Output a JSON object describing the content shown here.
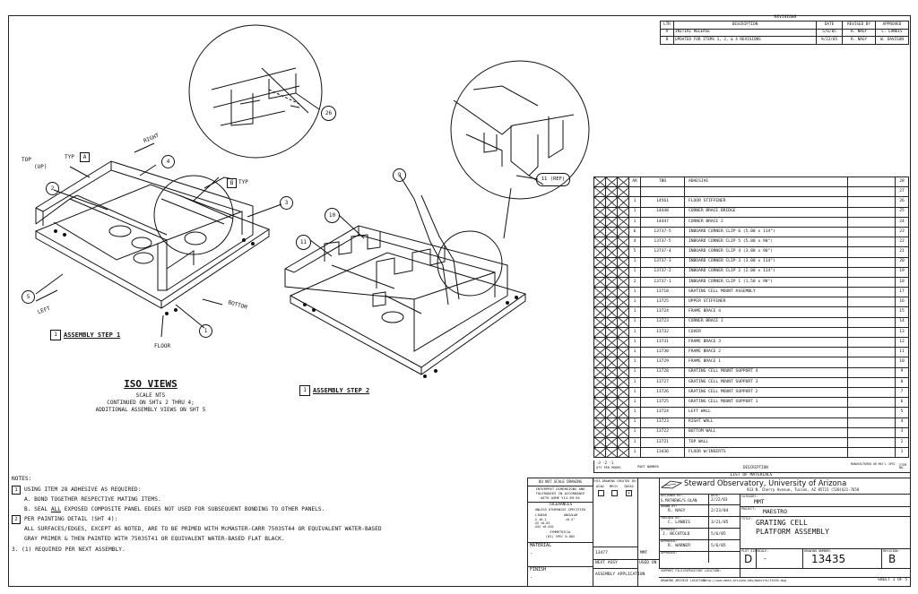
{
  "revisions": {
    "title": "REVISIONS",
    "headers": [
      "LTR",
      "DESCRIPTION",
      "DATE",
      "REVISED BY",
      "APPROVED"
    ],
    "rows": [
      [
        "A",
        "INITIAL RELEASE",
        "5/6/05",
        "R. NAGY",
        "C. LANDIS"
      ],
      [
        "B",
        "UPDATED FOR ITEMS 1, 2, & 4 REVISIONS",
        "9/22/05",
        "R. NAGY",
        "W. DAVISON"
      ]
    ]
  },
  "drawing": {
    "iso_title": "ISO VIEWS",
    "iso_sub": [
      "SCALE NTS",
      "CONTINUED ON SHTs 2 THRU 4;",
      "ADDITIONAL ASSEMBLY VIEWS ON SHT 5"
    ],
    "step1": {
      "num": "1",
      "label": "ASSEMBLY STEP 1"
    },
    "step2": {
      "num": "1",
      "label": "ASSEMBLY STEP 2"
    },
    "dir": {
      "top": "TOP",
      "up": "(UP)",
      "right": "RIGHT",
      "left": "LEFT",
      "bottom": "BOTTOM",
      "floor": "FLOOR",
      "typ": "TYP"
    },
    "box_a": "A",
    "box_b": "B",
    "balloons": {
      "b1": "1",
      "b2": "2",
      "b3": "3",
      "b4": "4",
      "b5": "5",
      "b9": "9",
      "b10": "10",
      "b11": "11",
      "b26": "26",
      "b11ref": "11 (REF)"
    }
  },
  "bom": {
    "top": {
      "qty": "AR",
      "part": "TBD",
      "desc": "ADHESIVE",
      "item": "28"
    },
    "rows": [
      {
        "qty": "",
        "part": "",
        "desc": "",
        "item": "27"
      },
      {
        "qty": "1",
        "part": "14561",
        "desc": "FLOOR STIFFENER",
        "item": "26"
      },
      {
        "qty": "1",
        "part": "14448",
        "desc": "CORNER BRACE BRIDGE",
        "item": "25"
      },
      {
        "qty": "1",
        "part": "14447",
        "desc": "CORNER BRACE 2",
        "item": "24"
      },
      {
        "qty": "6",
        "part": "13737-5",
        "desc": "INBOARD CORNER CLIP 6 (5.00 x 114°)",
        "item": "23"
      },
      {
        "qty": "4",
        "part": "13737-5",
        "desc": "INBOARD CORNER CLIP 5 (5.00 x 90°)",
        "item": "22"
      },
      {
        "qty": "5",
        "part": "13737-4",
        "desc": "INBOARD CORNER CLIP 4 (3.88 x 90°)",
        "item": "21"
      },
      {
        "qty": "1",
        "part": "13737-3",
        "desc": "INBOARD CORNER CLIP 3 (3.00 x 114°)",
        "item": "20"
      },
      {
        "qty": "1",
        "part": "13737-2",
        "desc": "INBOARD CORNER CLIP 2 (2.00 x 114°)",
        "item": "19"
      },
      {
        "qty": "2",
        "part": "13737-1",
        "desc": "INBOARD CORNER CLIP 1 (1.50 x 98°)",
        "item": "18"
      },
      {
        "qty": "1",
        "part": "13718",
        "desc": "GRATING CELL MOUNT ASSEMBLY",
        "item": "17"
      },
      {
        "qty": "1",
        "part": "13725",
        "desc": "UPPER STIFFENER",
        "item": "16"
      },
      {
        "qty": "1",
        "part": "13724",
        "desc": "FRAME BRACE 4",
        "item": "15"
      },
      {
        "qty": "1",
        "part": "13723",
        "desc": "CORNER BRACE 1",
        "item": "14"
      },
      {
        "qty": "1",
        "part": "13732",
        "desc": "COVER",
        "item": "13"
      },
      {
        "qty": "1",
        "part": "13731",
        "desc": "FRAME BRACE 3",
        "item": "12"
      },
      {
        "qty": "1",
        "part": "13730",
        "desc": "FRAME BRACE 2",
        "item": "11"
      },
      {
        "qty": "1",
        "part": "13729",
        "desc": "FRAME BRACE 1",
        "item": "10"
      },
      {
        "qty": "1",
        "part": "13728",
        "desc": "GRATING CELL MOUNT SUPPORT 4",
        "item": "9"
      },
      {
        "qty": "1",
        "part": "13727",
        "desc": "GRATING CELL MOUNT SUPPORT 3",
        "item": "8"
      },
      {
        "qty": "1",
        "part": "13726",
        "desc": "GRATING CELL MOUNT SUPPORT 2",
        "item": "7"
      },
      {
        "qty": "1",
        "part": "13725",
        "desc": "GRATING CELL MOUNT SUPPORT 1",
        "item": "6"
      },
      {
        "qty": "1",
        "part": "13724",
        "desc": "LEFT WALL",
        "item": "5"
      },
      {
        "qty": "1",
        "part": "13723",
        "desc": "RIGHT WALL",
        "item": "4"
      },
      {
        "qty": "1",
        "part": "13722",
        "desc": "BOTTOM WALL",
        "item": "3"
      },
      {
        "qty": "1",
        "part": "13721",
        "desc": "TOP WALL",
        "item": "2"
      },
      {
        "qty": "1",
        "part": "13436",
        "desc": "FLOOR W/INSERTS",
        "item": "1"
      }
    ],
    "footer": {
      "dash": "-3 -2 -1",
      "qty_label": "QTY PER MODEL",
      "part_label": "PART NUMBER",
      "desc_label": "DESCRIPTION",
      "mfr_label": "MANUFACTURED OR MAT'L SPEC",
      "item_label": "ITEM NO.",
      "list_title": "LIST OF MATERIALS"
    }
  },
  "notes": {
    "title": "NOTES:",
    "n1_num": "1",
    "n1": "USING ITEM 28 ADHESIVE AS REQUIRED:",
    "n1a": "A. BOND TOGETHER RESPECTIVE MATING ITEMS.",
    "n1b_pre": "B. SEAL ",
    "n1b_all": "ALL",
    "n1b_post": " EXPOSED COMPOSITE PANEL EDGES NOT USED FOR SUBSEQUENT BONDING TO OTHER PANELS.",
    "n2_num": "2",
    "n2": "PER PAINTING DETAIL (SHT 4):",
    "n2a": "ALL SURFACES/EDGES, EXCEPT AS NOTED, ARE TO BE PRIMED WITH McMASTER-CARR 7503ST44 OR EQUIVALENT WATER-BASED",
    "n2b": "GRAY PRIMER & THEN PAINTED WITH 7503ST41 OR EQUIVALENT WATER-BASED FLAT BLACK.",
    "n3": "3. (1) REQUIRED PER NEXT ASSEMBLY."
  },
  "title_block": {
    "dns": "DO NOT SCALE DRAWING",
    "interp": [
      "INTERPRET DIMENSIONS AND",
      "TOLERANCES IN ACCORDANCE",
      "WITH ASME Y14.5M-94"
    ],
    "tol": "TOLERANCES",
    "tol_sub": "UNLESS OTHERWISE SPECIFIED",
    "tol_hdr": [
      "LINEAR",
      "ANGULAR"
    ],
    "tol_vals": [
      ".X ±0.1",
      ".XX ±0.03",
      ".XXX ±0.010",
      "±0.5°"
    ],
    "symm": "SYMMETRICAL",
    "surf": "(63) SPEC 0-002",
    "material": "MATERIAL",
    "material_val": "-",
    "finish": "FINISH",
    "finish_val": "-",
    "created": "THIS DRAWING CREATED IN:",
    "cad": [
      "ACAD",
      "MECH",
      "IDEAS"
    ],
    "cad_checked": "X",
    "designed_lbl": "DESIGNED BY:",
    "designed": "S.MATHEWS/S.OLAN",
    "designed_date": "2/22/03",
    "drawn_lbl": "DRAWN BY:",
    "drawn": "R. NAGY",
    "drawn_date": "2/23/04",
    "checked_lbl": "CHECKED BY:",
    "checked": "C. LANDIS",
    "checked_date": "3/21/05",
    "appr1_lbl": "APPROVED:",
    "appr1": "J. BECHTOLD",
    "appr1_date": "5/6/05",
    "appr2_lbl": "APPROVED:",
    "appr2": "R. WARNER",
    "appr2_date": "5/6/05",
    "appr3_lbl": "APPROVED:",
    "date_lbl": "DATE:",
    "org": "Steward Observatory, University of Arizona",
    "addr": "933 N. Cherry Avenue, Tucson, AZ 85721  (520)621-7658",
    "category_lbl": "CATEGORY:",
    "category": "MMT",
    "project_lbl": "PROJECT:",
    "project": "MAESTRO",
    "title_lbl": "TITLE:",
    "title1": "GRATING CELL",
    "title2": "PLATFORM ASSEMBLY",
    "used_on_no": "13477",
    "used_on_name": "MMT",
    "next_assy": "NEXT ASSY",
    "used_on": "USED ON",
    "assy_app": "ASSEMBLY APPLICATION",
    "plot_size_lbl": "PLOT SIZE:",
    "plot_size": "D",
    "scale_lbl": "SCALE:",
    "scale": "-",
    "dwg_no_lbl": "DRAWING NUMBER:",
    "dwg_no": "13435",
    "rev_lbl": "REVISION:",
    "rev": "B",
    "support": "SUPPORT FILE/REPOSITORY LOCATION:",
    "archive": "DRAWING ARCHIVE LOCATION:",
    "archive_val": "http://www.mmto.arizona.edu/maestro/13435.dwg",
    "sheet": "SHEET 1 OF 5"
  }
}
